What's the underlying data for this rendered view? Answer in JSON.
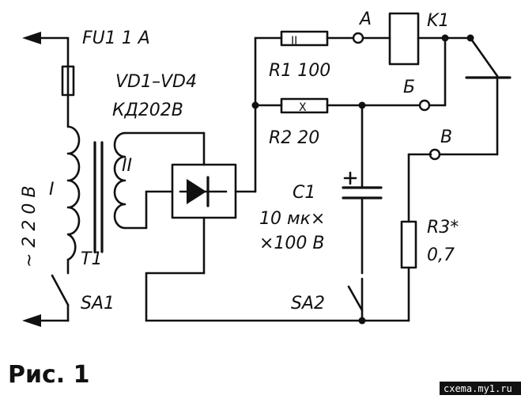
{
  "labels": {
    "fuse": "FU1  1 A",
    "diodes": "VD1–VD4",
    "diode_type": "КД202В",
    "r1": "R1  100",
    "r2": "R2  20",
    "r1_mark": "II",
    "r2_mark": "X",
    "k1": "K1",
    "term_a": "A",
    "term_b": "Б",
    "term_v": "B",
    "c1": "C1",
    "c1_val1": "10 мк×",
    "c1_val2": "×100 B",
    "r3": "R3*",
    "r3_val": "0,7",
    "t1": "T1",
    "winding1": "I",
    "winding2": "II",
    "sa1": "SA1",
    "sa2": "SA2",
    "mains": "~ 2 2 0   B",
    "figure": "Рис. 1",
    "site": "cxema.my1.ru"
  }
}
